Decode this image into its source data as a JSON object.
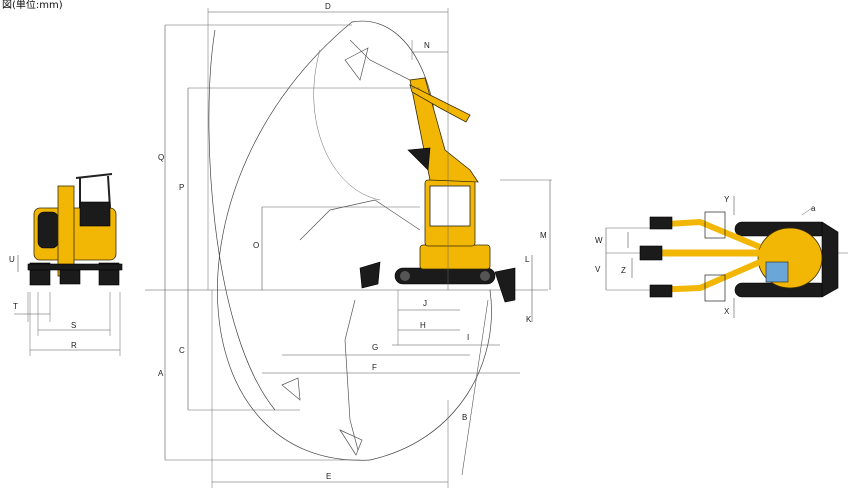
{
  "unit_label": "図(単位:mm)",
  "dimension_labels": {
    "A": "A",
    "B": "B",
    "C": "C",
    "D": "D",
    "E": "E",
    "F": "F",
    "G": "G",
    "H": "H",
    "I": "I",
    "J": "J",
    "K": "K",
    "L": "L",
    "M": "M",
    "N": "N",
    "O": "O",
    "P": "P",
    "Q": "Q",
    "R": "R",
    "S": "S",
    "T": "T",
    "U": "U",
    "V": "V",
    "W": "W",
    "X": "X",
    "Y": "Y",
    "Z": "Z",
    "a": "a"
  },
  "colors": {
    "machine_body": "#f2b705",
    "track": "#1b1b1b",
    "lines": "#555555"
  }
}
